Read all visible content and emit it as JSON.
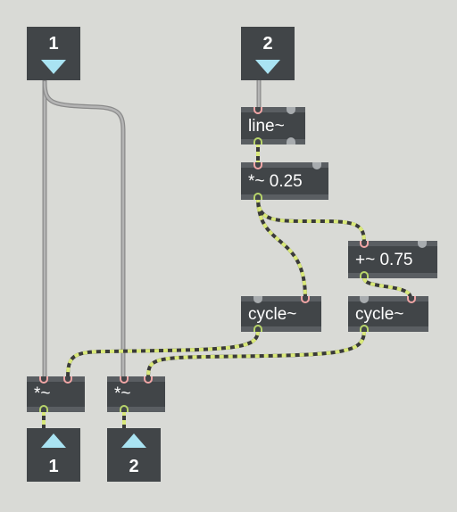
{
  "patch": {
    "adc_left": {
      "label": "1"
    },
    "adc_right": {
      "label": "2"
    },
    "line": {
      "label": "line~"
    },
    "mult_scale": {
      "label": "*~ 0.25"
    },
    "add_offset": {
      "label": "+~ 0.75"
    },
    "cycle_left": {
      "label": "cycle~"
    },
    "cycle_right": {
      "label": "cycle~"
    },
    "mult_left": {
      "label": "*~"
    },
    "mult_right": {
      "label": "*~"
    },
    "dac_left": {
      "label": "1"
    },
    "dac_right": {
      "label": "2"
    }
  },
  "colors": {
    "background": "#d9dad6",
    "object_fill": "#414548",
    "signal_cable_stripe": "#d9e87a",
    "signal_cable_dark": "#3a3a3a",
    "control_cable": "#9c9c9c",
    "io_arrow": "#a9e3f2"
  }
}
